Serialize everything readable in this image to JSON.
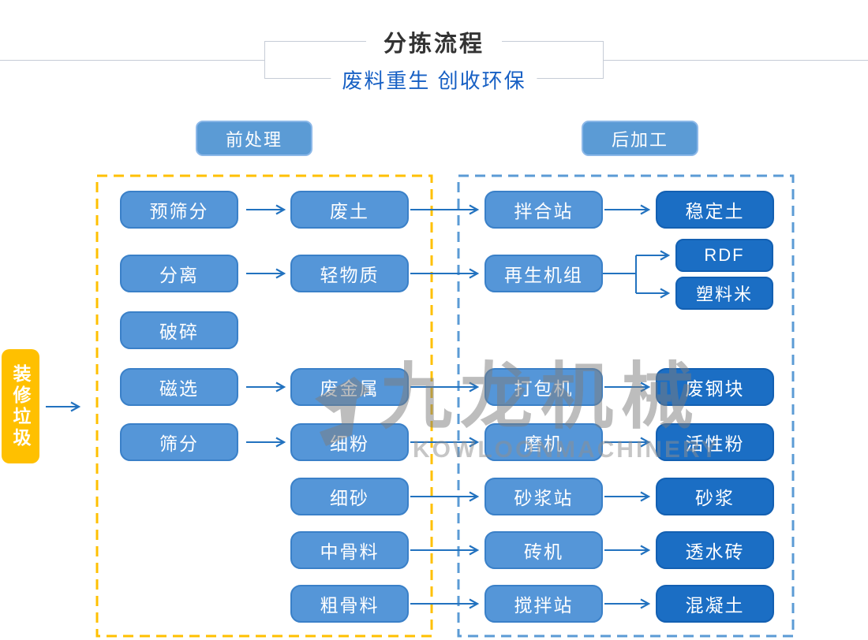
{
  "header": {
    "title": "分拣流程",
    "subtitle": "废料重生 创收环保"
  },
  "sections": {
    "pre_label": "前处理",
    "post_label": "后加工"
  },
  "source_label": "装修垃圾",
  "nodes": {
    "pre_screen": "预筛分",
    "separate": "分离",
    "crush": "破碎",
    "magnetic": "磁选",
    "screen": "筛分",
    "waste_soil": "废土",
    "light_material": "轻物质",
    "scrap_metal": "废金属",
    "fine_powder": "细粉",
    "fine_sand": "细砂",
    "medium_aggregate": "中骨料",
    "coarse_aggregate": "粗骨料",
    "mixing_station": "拌合站",
    "regeneration_unit": "再生机组",
    "baler": "打包机",
    "mill": "磨机",
    "mortar_station": "砂浆站",
    "brick_machine": "砖机",
    "stirring_station": "搅拌站",
    "stabilized_soil": "稳定土",
    "rdf": "RDF",
    "plastic_pellets": "塑料米",
    "scrap_steel": "废钢块",
    "active_powder": "活性粉",
    "mortar": "砂浆",
    "permeable_brick": "透水砖",
    "concrete": "混凝土"
  },
  "watermark": {
    "cn": "九龙机械",
    "en": "KOWLOONMACHINERY"
  },
  "colors": {
    "light_node": "#5596D8",
    "dark_node": "#1B6EC4",
    "accent_yellow": "#FFC000",
    "dashed_blue": "#5B9BD5",
    "arrow_blue": "#2272BF",
    "subtitle_blue": "#1760C4",
    "title_gray": "#333333"
  }
}
